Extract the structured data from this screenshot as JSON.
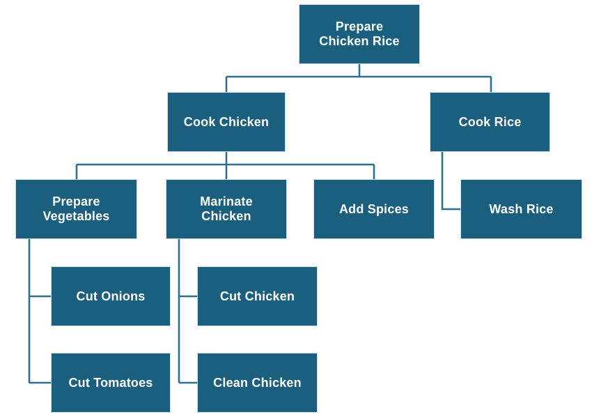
{
  "diagram": {
    "type": "hierarchy-tree",
    "title": "Prepare Chicken Rice",
    "orientation": "top-down",
    "colors": {
      "node_fill": "#1b5f7e",
      "node_border": "#cfe0e8",
      "node_text": "#ffffff",
      "edge": "#2e6f8c",
      "background": "#ffffff"
    },
    "nodes": [
      {
        "id": "root",
        "label": "Prepare\nChicken Rice",
        "level": 0
      },
      {
        "id": "cook-chicken",
        "label": "Cook Chicken",
        "level": 1
      },
      {
        "id": "cook-rice",
        "label": "Cook Rice",
        "level": 1
      },
      {
        "id": "prepare-veg",
        "label": "Prepare\nVegetables",
        "level": 2
      },
      {
        "id": "marinate",
        "label": "Marinate\nChicken",
        "level": 2
      },
      {
        "id": "add-spices",
        "label": "Add Spices",
        "level": 2
      },
      {
        "id": "wash-rice",
        "label": "Wash Rice",
        "level": 2
      },
      {
        "id": "cut-onions",
        "label": "Cut Onions",
        "level": 3
      },
      {
        "id": "cut-chicken",
        "label": "Cut Chicken",
        "level": 3
      },
      {
        "id": "cut-tomatoes",
        "label": "Cut Tomatoes",
        "level": 3
      },
      {
        "id": "clean-chicken",
        "label": "Clean Chicken",
        "level": 3
      }
    ],
    "edges": [
      {
        "from": "root",
        "to": "cook-chicken",
        "style": "orthogonal-down"
      },
      {
        "from": "root",
        "to": "cook-rice",
        "style": "orthogonal-down"
      },
      {
        "from": "cook-chicken",
        "to": "prepare-veg",
        "style": "orthogonal-down"
      },
      {
        "from": "cook-chicken",
        "to": "marinate",
        "style": "orthogonal-down"
      },
      {
        "from": "cook-chicken",
        "to": "add-spices",
        "style": "orthogonal-down"
      },
      {
        "from": "cook-rice",
        "to": "wash-rice",
        "style": "orthogonal-side"
      },
      {
        "from": "prepare-veg",
        "to": "cut-onions",
        "style": "orthogonal-side"
      },
      {
        "from": "prepare-veg",
        "to": "cut-tomatoes",
        "style": "orthogonal-side"
      },
      {
        "from": "marinate",
        "to": "cut-chicken",
        "style": "orthogonal-side"
      },
      {
        "from": "marinate",
        "to": "clean-chicken",
        "style": "orthogonal-side"
      }
    ]
  }
}
